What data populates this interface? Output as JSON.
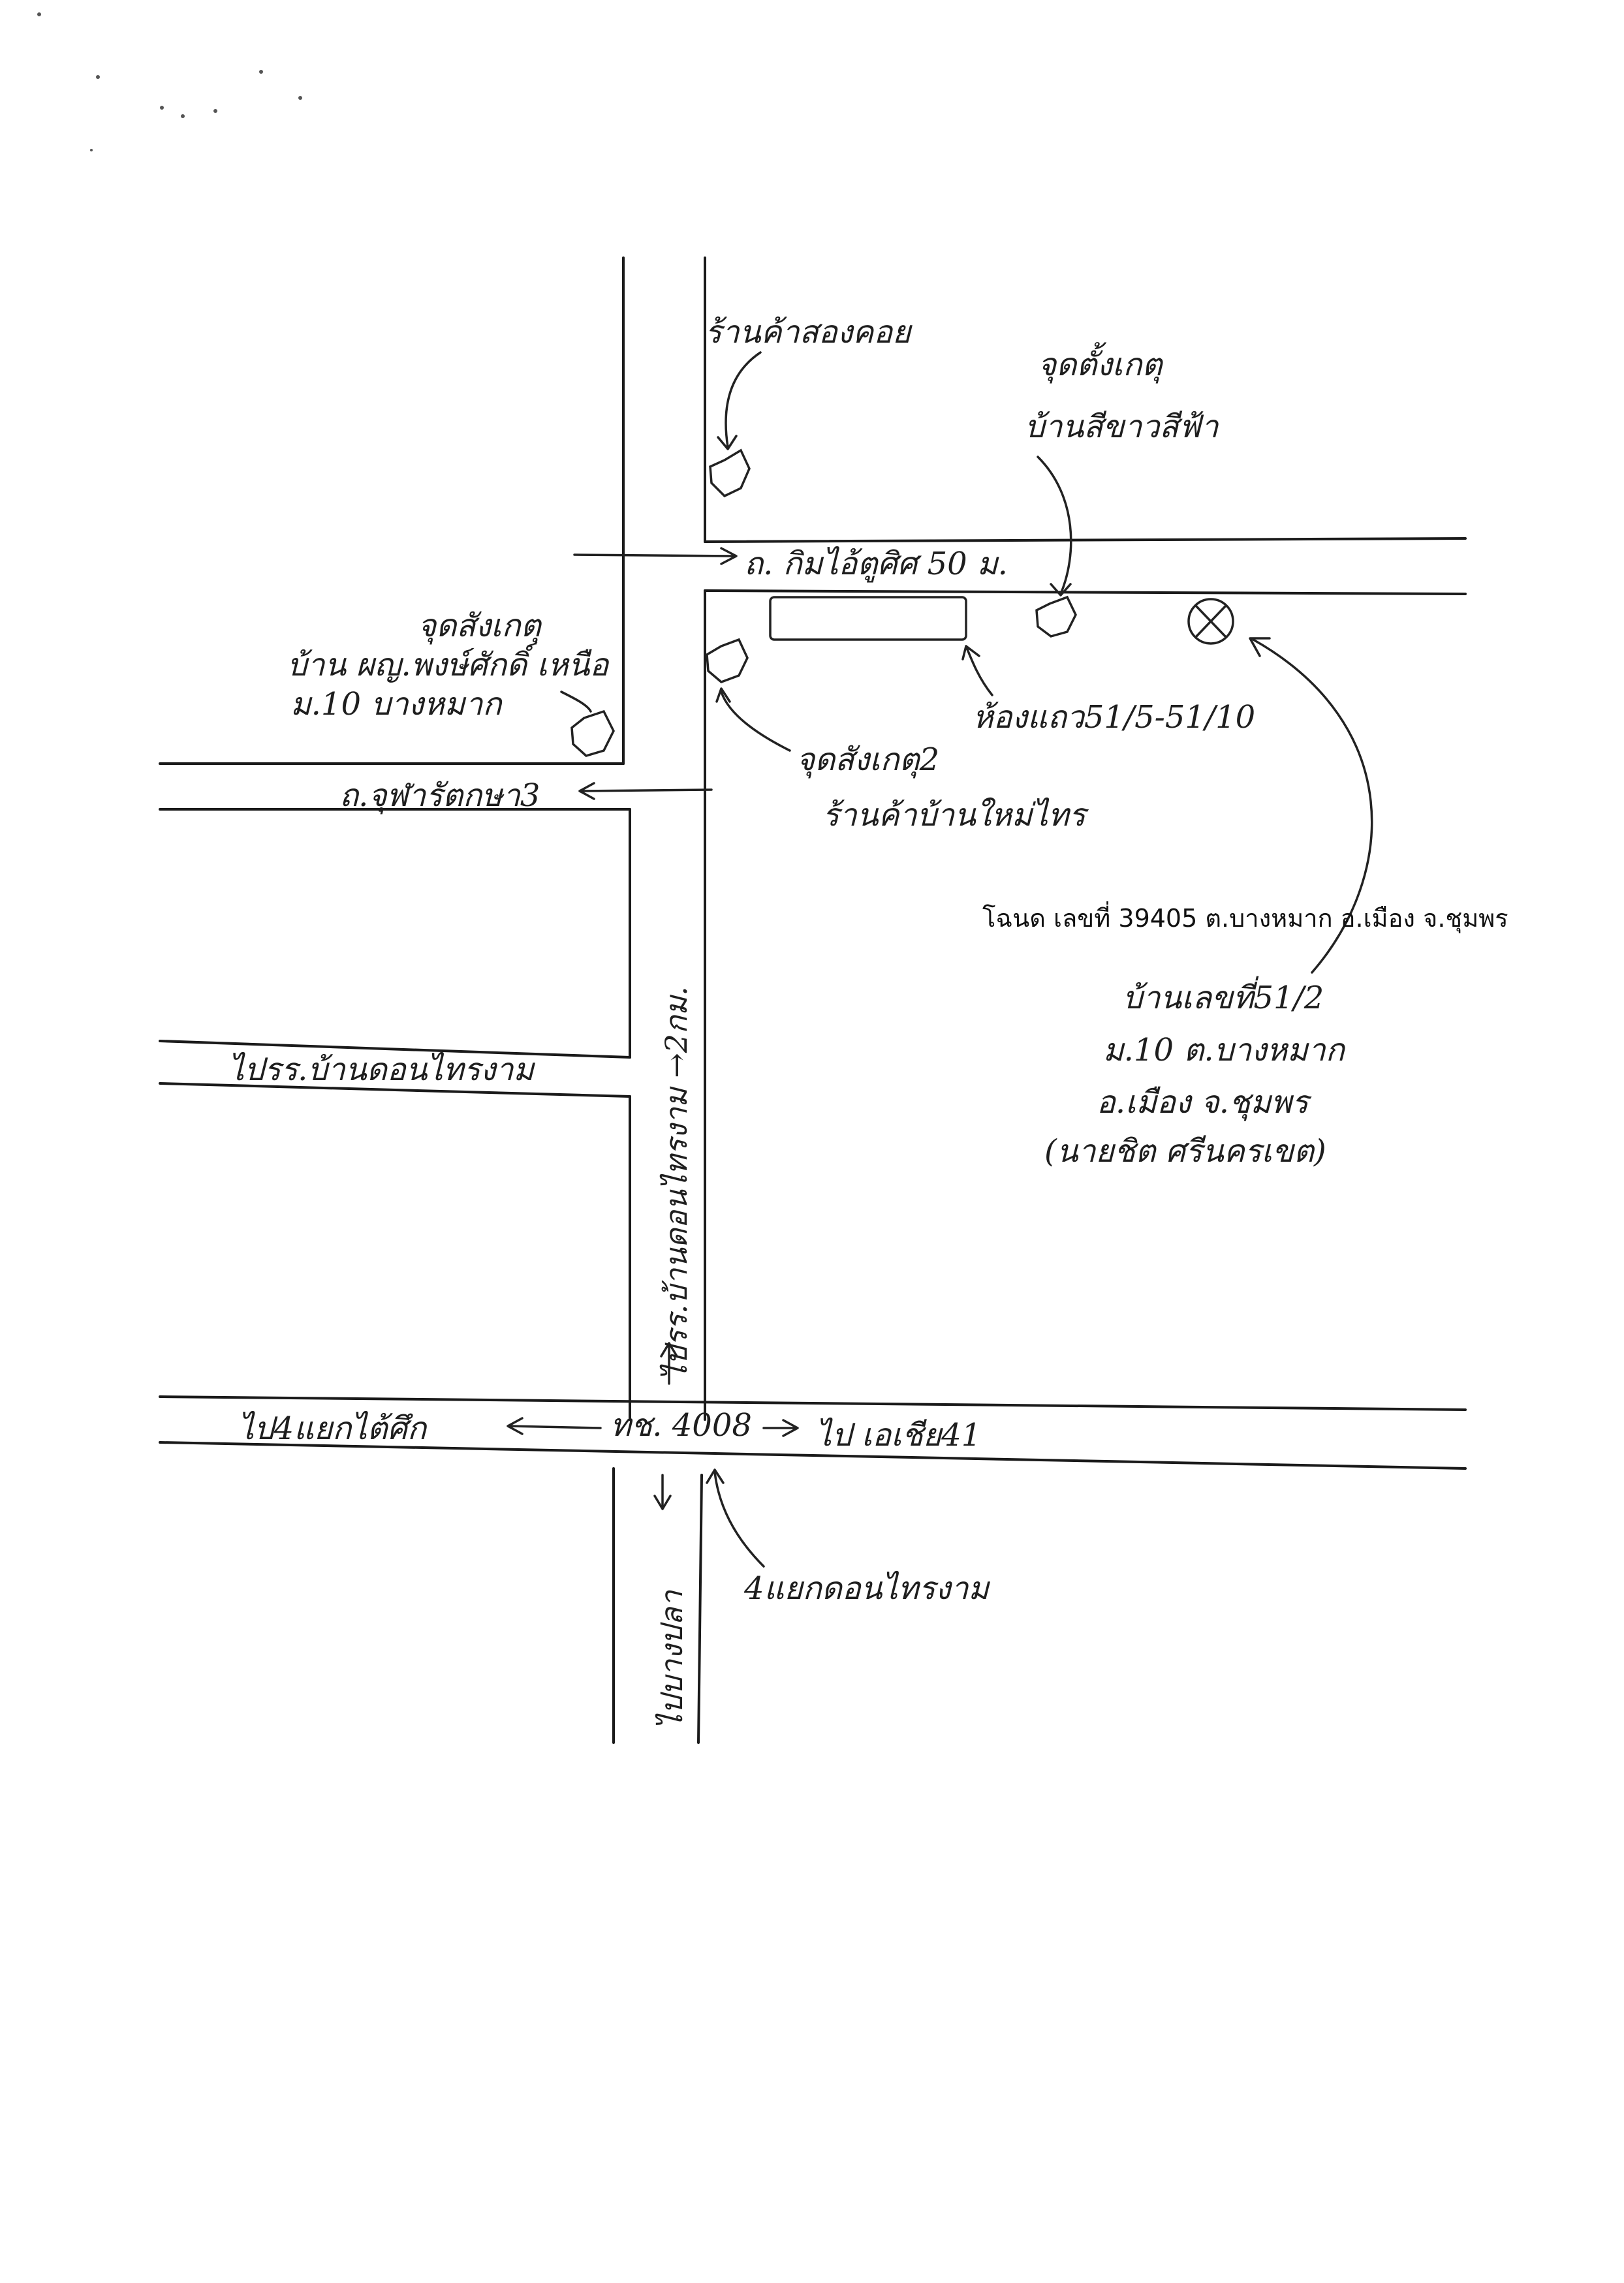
{
  "labels": {
    "shop_top": "ร้านค้าสองคอย",
    "post2": "จุดตั้งเกตุ",
    "post2_place": "บ้านสีขาวสีฟ้า",
    "road_top": "ถ. กิมไอ้ตูศิศ 50 ม.",
    "post1": "จุดสังเกตุ",
    "post1_place": "บ้าน ผญ.พงษ์ศักดิ์ เหนือ",
    "post1_village": "ม.10 บางหมาก",
    "rowhouse": "ห้องแถว51/5-51/10",
    "road_mid": "ถ.จุฬารัตกษา3",
    "post3": "จุดสังเกตุ2",
    "post3_place": "ร้านค้าบ้านใหม่ไทร",
    "deed": "โฉนด เลขที่  39405  ต.บางหมาก อ.เมือง จ.ชุมพร",
    "addr1": "บ้านเลขที่51/2",
    "addr2": "ม.10 ต.บางหมาก",
    "addr3": "อ.เมือง จ.ชุมพร",
    "addr4": "(นายชิต ศรีนครเขต)",
    "to_school": "ไปรร.บ้านดอนไทรงาม",
    "main_road_vertical": "ไปรร.บ้านดอนไทรงาม →2กม.",
    "junction_left": "ไป4แยกไต้ศึก",
    "road_code": "ทช. 4008",
    "junction_right": "ไป เอเชีย41",
    "four_way": "4แยกดอนไทรงาม",
    "to_bangplao": "ไปบางปลา"
  },
  "legend_colors": {
    "ink": "#1e1e1e",
    "paper": "#ffffff"
  }
}
